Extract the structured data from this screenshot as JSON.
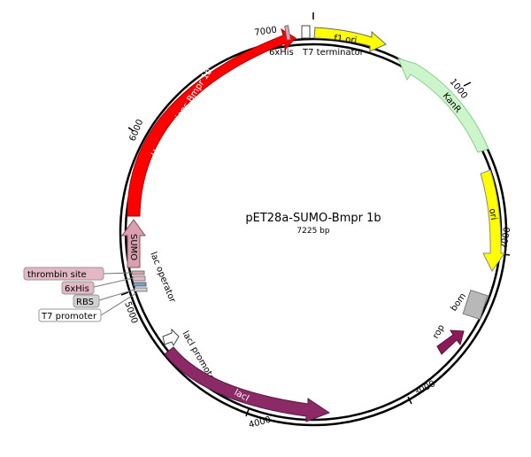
{
  "plasmid": {
    "name": "pET28a-SUMO-Bmpr 1b",
    "length_label": "7225 bp",
    "length": 7225
  },
  "ticks": [
    {
      "pos": 0,
      "label": ""
    },
    {
      "pos": 1000,
      "label": "1000"
    },
    {
      "pos": 2000,
      "label": "2000"
    },
    {
      "pos": 3000,
      "label": "3000"
    },
    {
      "pos": 4000,
      "label": "4000"
    },
    {
      "pos": 5000,
      "label": "5000"
    },
    {
      "pos": 6000,
      "label": "6000"
    },
    {
      "pos": 7000,
      "label": "7000"
    }
  ],
  "features": [
    {
      "key": "f1-ori",
      "label": "f1 ori",
      "color": "#ffff00",
      "type": "arrow",
      "direction": "cw",
      "start": 30,
      "end": 470
    },
    {
      "key": "kanr",
      "label": "KanR",
      "color": "#ccf5cc",
      "type": "arrow",
      "direction": "ccw",
      "start": 580,
      "end": 1390
    },
    {
      "key": "ori",
      "label": "ori",
      "color": "#ffff00",
      "type": "arrow",
      "direction": "ccw",
      "start": 1500,
      "end": 2090
    },
    {
      "key": "bom",
      "label": "bom",
      "color": "#b8b8b8",
      "type": "box"
    },
    {
      "key": "rop",
      "label": "rop",
      "color": "#8b1a5a",
      "type": "arrow-small"
    },
    {
      "key": "laci",
      "label": "lacI",
      "color": "#8b2a66",
      "type": "arrow",
      "direction": "ccw"
    },
    {
      "key": "laci-promoter",
      "label": "lacI promoter",
      "color": "#ffffff",
      "type": "arrow-small"
    },
    {
      "key": "sumo",
      "label": "SUMO",
      "color": "#d9a0b0",
      "type": "arrow"
    },
    {
      "key": "lac-operator",
      "label": "lac operator",
      "color": "#7aa7bd",
      "type": "marker"
    },
    {
      "key": "homo-sapiens-bmpr-1b",
      "label": "Homo sapiens Bmpr 1b",
      "color": "#ff0000",
      "type": "arrow"
    },
    {
      "key": "6xhis-top",
      "label": "6xHis",
      "color": "#d9a0b0",
      "type": "marker"
    },
    {
      "key": "t7-terminator",
      "label": "T7 terminator",
      "color": "#ffffff",
      "type": "marker"
    }
  ],
  "callouts": [
    {
      "key": "thrombin-site",
      "label": "thrombin site",
      "color": "#e3b8c4"
    },
    {
      "key": "6xhis",
      "label": "6xHis",
      "color": "#e3b8c4"
    },
    {
      "key": "rbs",
      "label": "RBS",
      "color": "#d0d0d0"
    },
    {
      "key": "t7-promoter",
      "label": "T7 promoter",
      "color": "#ffffff"
    }
  ]
}
